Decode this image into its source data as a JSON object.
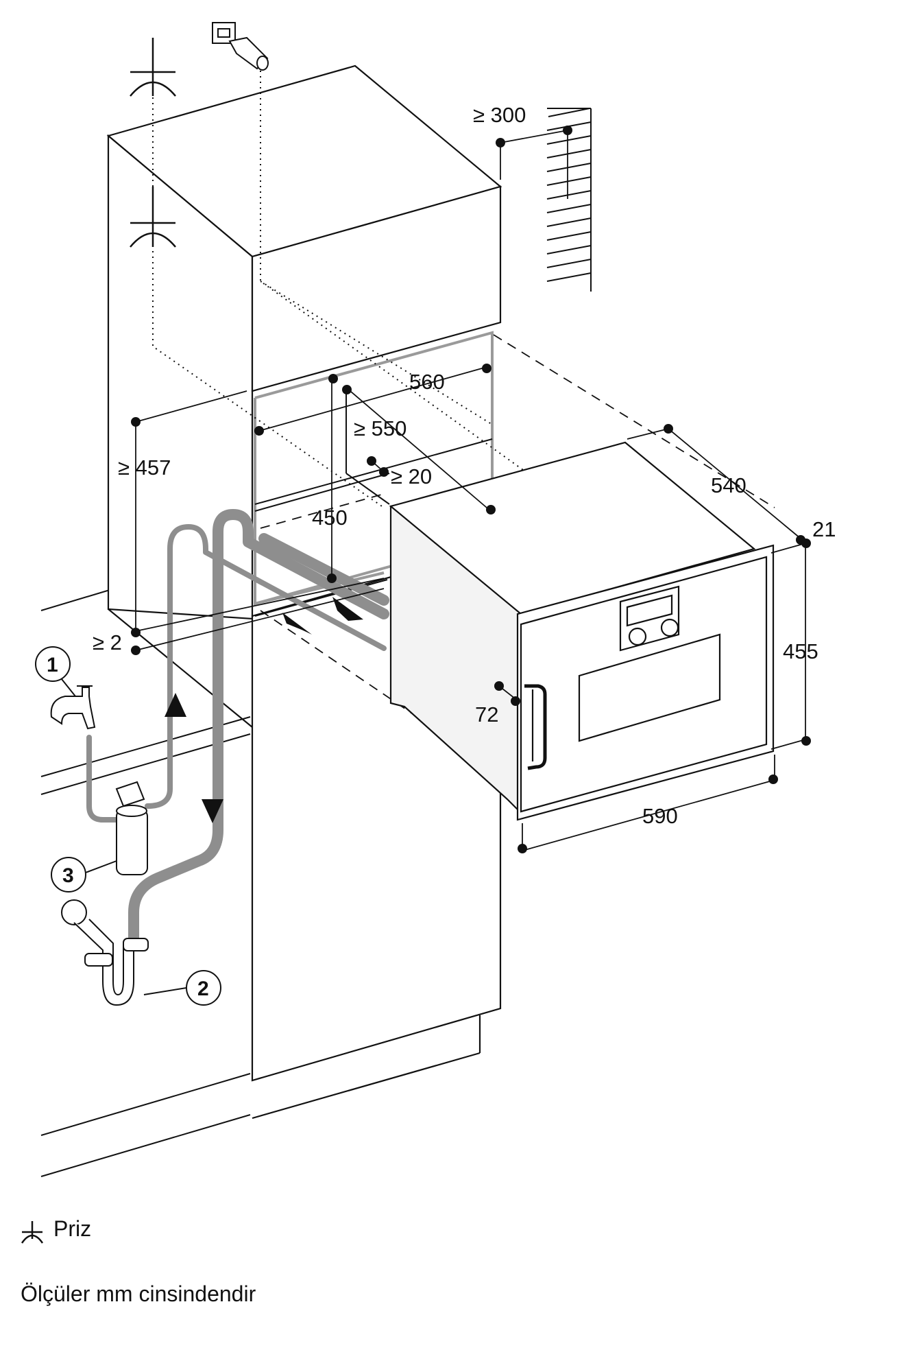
{
  "dimensions": {
    "d300": "≥ 300",
    "d560": "560",
    "d550": "≥ 550",
    "d457": "≥ 457",
    "d20": "≥ 20",
    "d450": "450",
    "d540": "540",
    "d21": "21",
    "d455": "455",
    "d2": "≥ 2",
    "d72": "72",
    "d590": "590"
  },
  "callouts": {
    "c1": "1",
    "c2": "2",
    "c3": "3"
  },
  "legend": {
    "socket_label": "Priz",
    "units_note": "Ölçüler mm cinsindendir"
  },
  "colors": {
    "line": "#111111",
    "hose": "#8e8e8e",
    "frame": "#9a9a9a"
  }
}
